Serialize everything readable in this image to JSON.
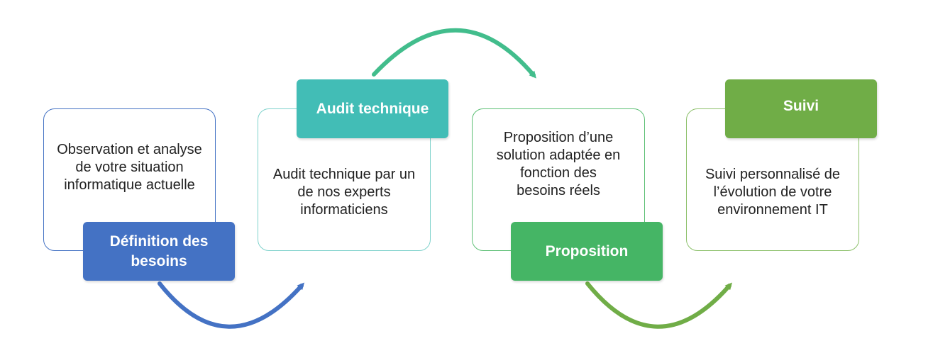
{
  "steps": [
    {
      "title": "Définition des besoins",
      "description": "Observation et analyse de votre situation informatique actuelle",
      "color": "#4472C4",
      "border": "#4472C4"
    },
    {
      "title": "Audit technique",
      "description": "Audit technique par un de nos experts informaticiens",
      "color": "#42BDB6",
      "border": "#7FD2CC"
    },
    {
      "title": "Proposition",
      "description": "Proposition d’une solution adaptée en fonction des besoins réels",
      "color": "#45B565",
      "border": "#5CBF74"
    },
    {
      "title": "Suivi",
      "description": "Suivi personnalisé de l’évolution de votre environnement IT",
      "color": "#70AD47",
      "border": "#8CC06A"
    }
  ],
  "arrows": [
    {
      "color": "#4472C4"
    },
    {
      "color": "#42BD8C"
    },
    {
      "color": "#70AD47"
    }
  ]
}
